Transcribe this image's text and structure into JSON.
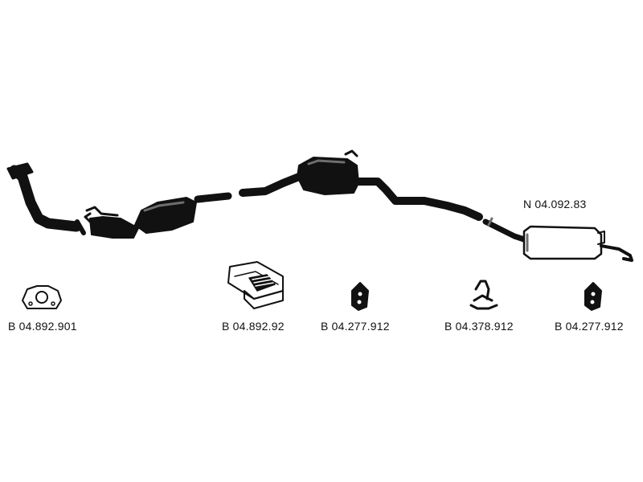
{
  "colors": {
    "ink": "#111111",
    "shade": "#6e6e6e",
    "background": "#ffffff"
  },
  "exhaust_assembly": {
    "rear_silencer_code": "N 04.092.83"
  },
  "accessories": [
    {
      "code": "B 04.892.901",
      "icon": "gasket-icon"
    },
    {
      "code": "B 04.892.92",
      "icon": "fitting-kit-box-icon"
    },
    {
      "code": "B 04.277.912",
      "icon": "rubber-mount-icon"
    },
    {
      "code": "B 04.378.912",
      "icon": "hanger-strap-icon"
    },
    {
      "code": "B 04.277.912",
      "icon": "rubber-mount-icon"
    }
  ]
}
